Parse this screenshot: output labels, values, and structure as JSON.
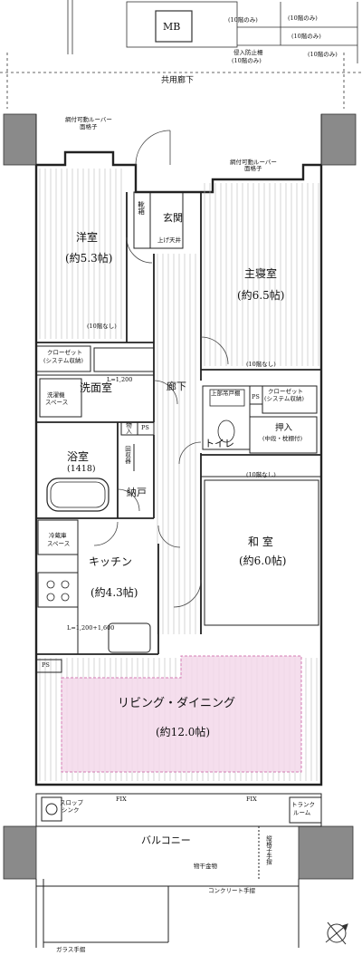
{
  "labels": {
    "mb": "MB",
    "tenth_floor_only": "(10階のみ)",
    "intrusion_fence": "侵入防止柵",
    "corridor_common": "共用廊下",
    "louver_top_left": "網付可動ルーバー",
    "lattice": "面格子",
    "louver_top_right": "網付可動ルーバー",
    "western_room": "洋室",
    "western_room_size": "(約5.3帖)",
    "shoe_box": "靴箱",
    "entrance": "玄関",
    "raised_ceiling": "上げ天井",
    "master_bedroom": "主寝室",
    "master_bedroom_size": "(約6.5帖)",
    "none_10f": "(10階なし)",
    "closet": "クローゼット",
    "system_storage": "(システム収納)",
    "washroom": "洗面室",
    "l_1200": "L=1,200",
    "washer_space_1": "洗濯機",
    "washer_space_2": "スペース",
    "hallway": "廊下",
    "upper_cabinet": "上部吊戸棚",
    "ps": "PS",
    "closet_r": "クローゼット",
    "system_storage_r": "(システム収納)",
    "storage_cab": "物入",
    "toilet": "トイレ",
    "oshiire": "押入",
    "oshiire_sub": "(中段・枕棚付)",
    "bath": "浴室",
    "bath_size": "(1418)",
    "heater": "回収器",
    "nando": "納戸",
    "japanese_room": "和 室",
    "japanese_room_size": "(約6.0帖)",
    "fridge_1": "冷蔵庫",
    "fridge_2": "スペース",
    "kitchen": "キッチン",
    "kitchen_size": "(約4.3帖)",
    "l_kitchen": "L=1,200+1,600",
    "living": "リビング・ダイニング",
    "living_size": "(約12.0帖)",
    "fix": "FIX",
    "slop_sink_1": "スロップ",
    "slop_sink_2": "シンク",
    "trunk_room_1": "トランク",
    "trunk_room_2": "ルーム",
    "balcony": "バルコニー",
    "lattice_rail": "縦格子手摺",
    "metal_fitting": "物干金物",
    "concrete_rail": "コンクリート手摺",
    "glass_rail": "ガラス手摺"
  },
  "colors": {
    "living_fill": "#f3d8ea",
    "living_stroke": "#d47cb4",
    "wall_fill": "#8a8a8a",
    "line": "#222222",
    "floor_line": "#b8b8b8"
  }
}
